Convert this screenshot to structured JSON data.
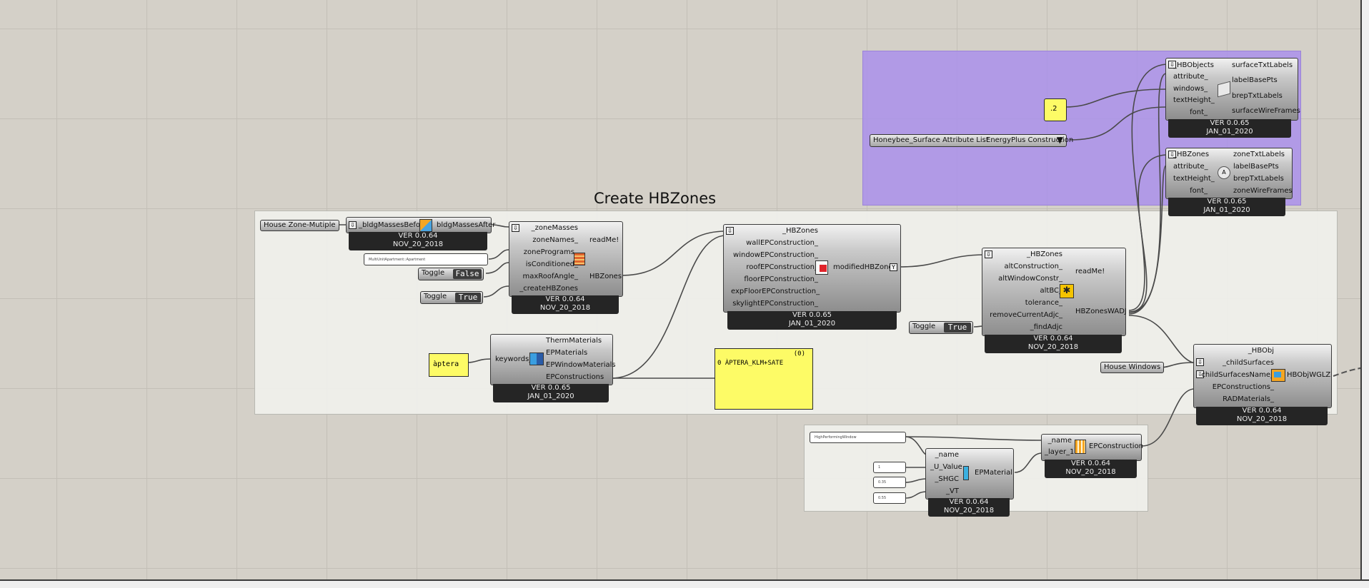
{
  "groups": {
    "create_title": "Create HBZones"
  },
  "params": {
    "house_zone": "House Zone-Mutiple",
    "house_windows": "House Windows"
  },
  "panels": {
    "multizone": "MultiUnitApartment::Apartment",
    "window_name": "HighPerformingWindow",
    "u_value": "1",
    "shgc": "0.35",
    "vt": "0.55"
  },
  "toggles": [
    {
      "label": "Toggle",
      "value": "False"
    },
    {
      "label": "Toggle",
      "value": "True"
    },
    {
      "label": "Toggle",
      "value": "True"
    }
  ],
  "sliders": {
    "height": ".2"
  },
  "yellow_panels": {
    "keyword": "àptera",
    "result_index": "(0)",
    "result_text": "0 ÀPTERA_KLM+SATE"
  },
  "value_list": {
    "name": "Honeybee_Surface Attribute List",
    "selected": "EnergyPlus Construction"
  },
  "components": {
    "mass2zone": {
      "inputs": [
        "_bldgMassesBefore"
      ],
      "outputs": [
        "bldgMassesAfter"
      ],
      "version": "VER 0.0.64",
      "date": "NOV_20_2018"
    },
    "masses2zones": {
      "inputs": [
        "_zoneMasses",
        "zoneNames_",
        "zonePrograms_",
        "isConditioned_",
        "maxRoofAngle_",
        "_createHBZones"
      ],
      "outputs": [
        "readMe!",
        "HBZones"
      ],
      "version": "VER 0.0.64",
      "date": "NOV_20_2018"
    },
    "search_constr": {
      "inputs": [
        "keywords_"
      ],
      "outputs": [
        "ThermMaterials",
        "EPMaterials",
        "EPWindowMaterials",
        "EPConstructions"
      ],
      "version": "VER 0.0.65",
      "date": "JAN_01_2020"
    },
    "set_constr": {
      "inputs": [
        "_HBZones",
        "wallEPConstruction_",
        "windowEPConstruction_",
        "roofEPConstruction_",
        "floorEPConstruction_",
        "expFloorEPConstruction_",
        "skylightEPConstruction_"
      ],
      "outputs": [
        "modifiedHBZones"
      ],
      "version": "VER 0.0.65",
      "date": "JAN_01_2020"
    },
    "adj_solver": {
      "inputs": [
        "_HBZones",
        "altConstruction_",
        "altWindowConstr_",
        "altBC_",
        "tolerance_",
        "removeCurrentAdjc_",
        "_findAdjc"
      ],
      "outputs": [
        "readMe!",
        "HBZonesWADJ"
      ],
      "version": "VER 0.0.64",
      "date": "NOV_20_2018"
    },
    "label_surfaces": {
      "inputs": [
        "_HBObjects",
        "attribute_",
        "windows_",
        "textHeight_",
        "font_"
      ],
      "outputs": [
        "surfaceTxtLabels",
        "labelBasePts",
        "brepTxtLabels",
        "surfaceWireFrames"
      ],
      "version": "VER 0.0.65",
      "date": "JAN_01_2020"
    },
    "label_zones": {
      "inputs": [
        "_HBZones",
        "attribute_",
        "textHeight_",
        "font_"
      ],
      "outputs": [
        "zoneTxtLabels",
        "labelBasePts",
        "brepTxtLabels",
        "zoneWireFrames"
      ],
      "version": "VER 0.0.65",
      "date": "JAN_01_2020"
    },
    "add_glz": {
      "inputs": [
        "_HBObj",
        "_childSurfaces",
        "childSurfacesName_",
        "EPConstructions_",
        "RADMaterials_"
      ],
      "outputs": [
        "HBObjWGLZ"
      ],
      "version": "VER 0.0.64",
      "date": "NOV_20_2018"
    },
    "ep_material": {
      "inputs": [
        "_name",
        "_U_Value",
        "_SHGC",
        "_VT"
      ],
      "outputs": [
        "EPMaterial"
      ],
      "version": "VER 0.0.64",
      "date": "NOV_20_2018"
    },
    "ep_construction": {
      "inputs": [
        "_name",
        "_layer_1"
      ],
      "outputs": [
        "EPConstruction"
      ],
      "version": "VER 0.0.64",
      "date": "NOV_20_2018"
    }
  },
  "colors": {
    "canvas": "#d4d0c8",
    "purple_group": "#aa91eb",
    "yellow_panel": "#fdfb66",
    "version_footer": "#252525"
  }
}
